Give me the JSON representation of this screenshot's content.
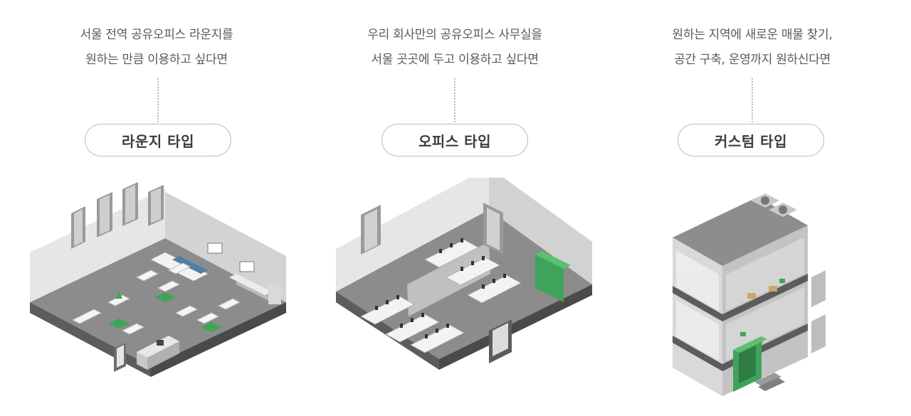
{
  "columns": [
    {
      "description": [
        "서울 전역 공유오피스 라운지를",
        "원하는 만큼 이용하고 싶다면"
      ],
      "button_label": "라운지 타입",
      "illustration_icon": "isometric-lounge-icon"
    },
    {
      "description": [
        "우리 회사만의 공유오피스 사무실을",
        "서울 곳곳에 두고 이용하고 싶다면"
      ],
      "button_label": "오피스 타입",
      "illustration_icon": "isometric-office-icon"
    },
    {
      "description": [
        "원하는 지역에 새로운 매물 찾기,",
        "공간 구축, 운영까지 원하신다면"
      ],
      "button_label": "커스텀 타입",
      "illustration_icon": "isometric-building-icon"
    }
  ],
  "colors": {
    "accent_green": "#3fa45a",
    "floor_gray": "#8a8a8a",
    "wall_light": "#e4e4e4",
    "pill_border": "#bdbdbd"
  }
}
